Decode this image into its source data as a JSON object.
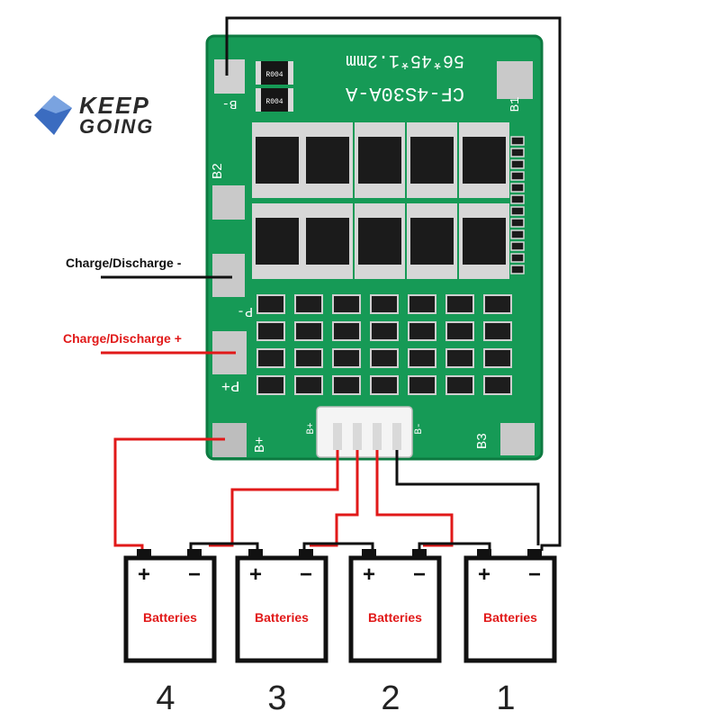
{
  "logo": {
    "line1": "KEEP",
    "line2": "GOING"
  },
  "board": {
    "title": "CF-4S30A-A",
    "size": "56*45*1.2mm",
    "resistor_labels": [
      "R004",
      "R004"
    ],
    "pad_labels": {
      "b_minus": "B-",
      "b1": "B1",
      "b2": "B2",
      "b3": "B3",
      "p_minus": "P-",
      "p_plus": "P+",
      "b_plus": "B+"
    },
    "connector_labels": {
      "b_plus": "B+",
      "b_minus": "B-"
    },
    "colors": {
      "pcb": "#169a56",
      "pcb_dark": "#0d7a41",
      "pad": "#c9c9c9",
      "mosfet": "#1b1b1b"
    }
  },
  "wire_labels": {
    "discharge_minus": "Charge/Discharge -",
    "discharge_plus": "Charge/Discharge +"
  },
  "wire_colors": {
    "negative": "#111111",
    "positive": "#e11919",
    "red_label": "#e11919"
  },
  "batteries": [
    {
      "label": "Batteries",
      "number": "4",
      "plus": "+",
      "minus": "−"
    },
    {
      "label": "Batteries",
      "number": "3",
      "plus": "+",
      "minus": "−"
    },
    {
      "label": "Batteries",
      "number": "2",
      "plus": "+",
      "minus": "−"
    },
    {
      "label": "Batteries",
      "number": "1",
      "plus": "+",
      "minus": "−"
    }
  ]
}
